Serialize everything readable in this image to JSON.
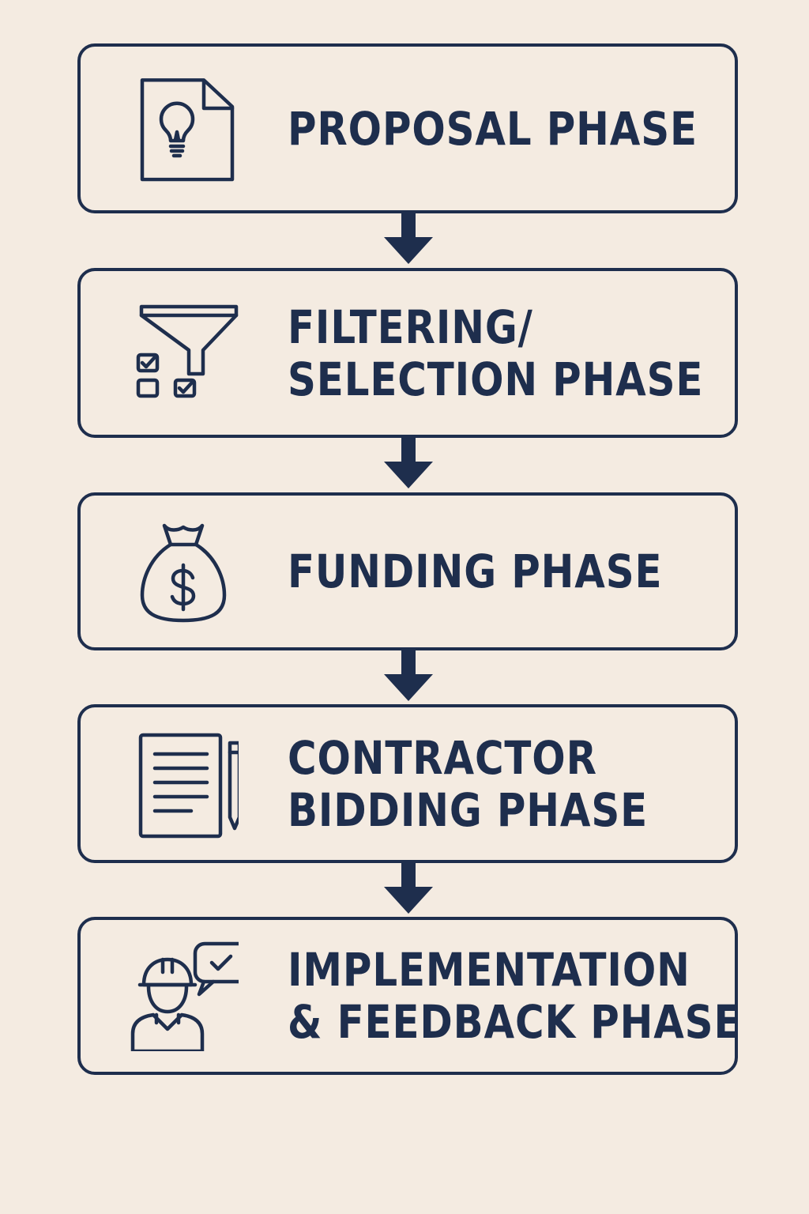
{
  "theme": {
    "background": "#f4ebe1",
    "ink": "#1e2e4d"
  },
  "phases": [
    {
      "icon": "proposal-document-lightbulb-icon",
      "lines": [
        "PROPOSAL PHASE"
      ]
    },
    {
      "icon": "funnel-checklist-icon",
      "lines": [
        "FILTERING/",
        "SELECTION PHASE"
      ]
    },
    {
      "icon": "money-bag-dollar-icon",
      "lines": [
        "FUNDING PHASE"
      ]
    },
    {
      "icon": "document-pencil-icon",
      "lines": [
        "CONTRACTOR",
        "BIDDING PHASE"
      ]
    },
    {
      "icon": "worker-speech-check-icon",
      "lines": [
        "IMPLEMENTATION",
        "& FEEDBACK PHASE"
      ]
    }
  ]
}
